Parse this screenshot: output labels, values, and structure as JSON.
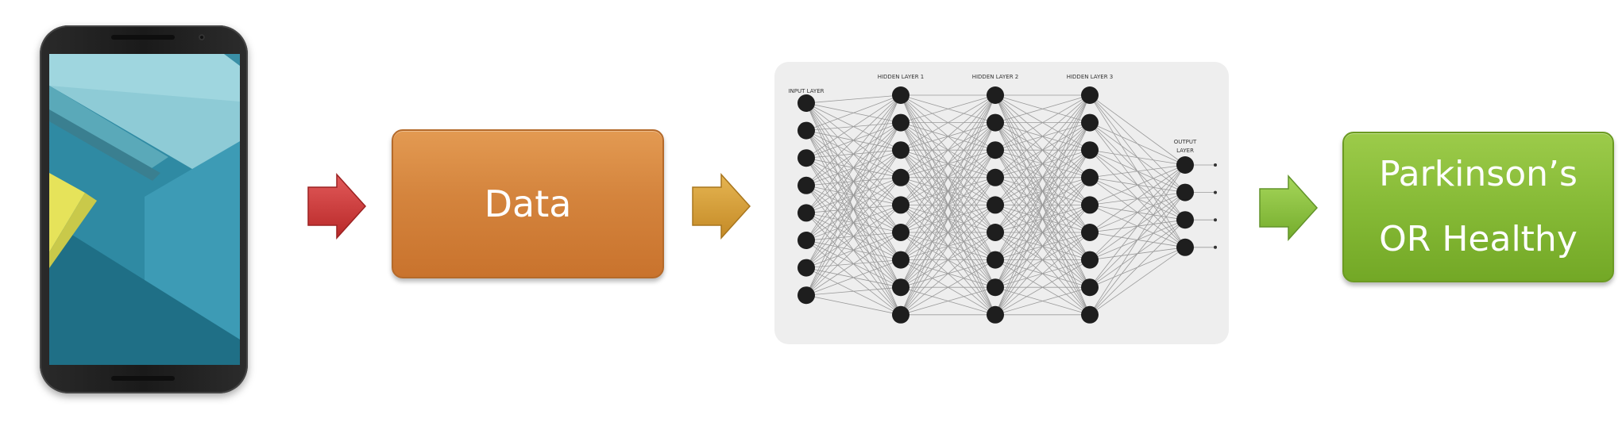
{
  "data_box": {
    "label": "Data"
  },
  "outcome_box": {
    "line1": "Parkinson’s",
    "line2": "OR Healthy"
  },
  "neural_net": {
    "layer_labels": [
      "INPUT LAYER",
      "HIDDEN LAYER 1",
      "HIDDEN LAYER 2",
      "HIDDEN LAYER 3",
      "OUTPUT LAYER"
    ],
    "layer_sizes": [
      8,
      9,
      9,
      9,
      4
    ]
  },
  "colors": {
    "arrow_red": "#d23a3a",
    "arrow_gold": "#d9a03a",
    "arrow_green": "#8cc63f",
    "data_box": "#d4843d",
    "outcome_box": "#86ba36"
  }
}
